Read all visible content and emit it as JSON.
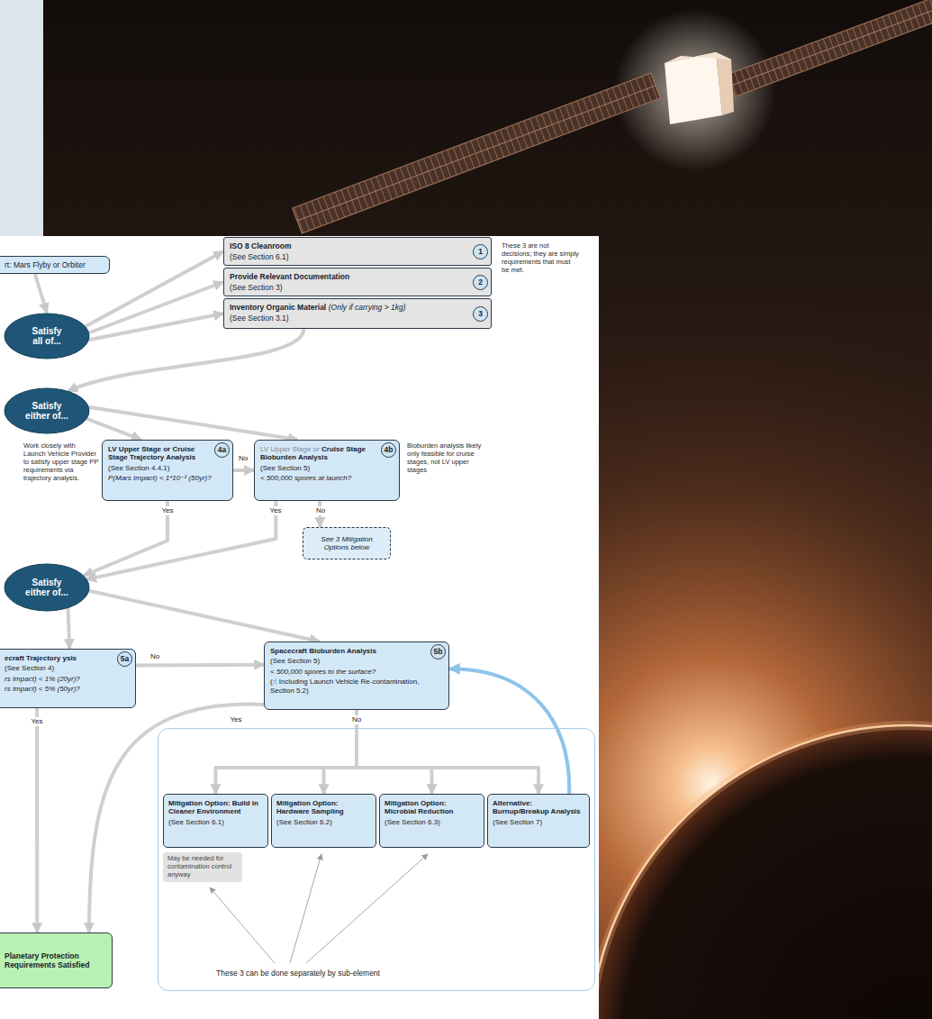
{
  "diagram": {
    "nodes": [
      {
        "text": [
          "rt: Mars Flyby or Orbiter"
        ]
      },
      {
        "text": [
          "Satisfy all of..."
        ]
      },
      {
        "text": [
          "ISO 8 Cleanroom",
          "(See Section 6.1)"
        ]
      },
      {
        "text": [
          "1"
        ],
        "in": 2
      },
      {
        "text": [
          "Provide Relevant Documentation",
          "(See Section 3)"
        ]
      },
      {
        "text": [
          "2"
        ],
        "in": 4
      },
      {
        "text": [
          "Inventory Organic Material",
          "(Only if carrying > 1kg)",
          "(See Section 3.1)"
        ]
      },
      {
        "text": [
          "3"
        ],
        "in": 6
      },
      {
        "text": [
          "Satisfy either of..."
        ]
      },
      {
        "text": [
          "LV Upper Stage or Cruise Stage Trajectory Analysis",
          "(See Section 4.4.1)",
          "P(Mars Impact) < 1*10⁻² (50yr)?"
        ]
      },
      {
        "text": [
          "4a"
        ],
        "in": 9
      },
      {
        "text": [
          "LV Upper Stage or",
          "Cruise Stage Bioburden Analysis",
          "(See Section 5)",
          "< 500,000 spores at launch?"
        ]
      },
      {
        "text": [
          "4b"
        ],
        "in": 11
      },
      {
        "text": [
          "See 3 Mitigation Options below"
        ]
      },
      {
        "text": [
          "Satisfy either of..."
        ]
      },
      {
        "text": [
          "ecraft Trajectory ysis",
          "(See Section 4)",
          "rs Impact) < 1% (20yr)?",
          "rs Impact) < 5% (50yr)?"
        ]
      },
      {
        "text": [
          "5a"
        ],
        "in": 15
      },
      {
        "text": [
          "Spacecraft Bioburden Analysis",
          "(See Section 5)",
          "< 500,000 spores to the surface?",
          "(☝ Including Launch Vehicle Re-contamination, Section 5.2)"
        ]
      },
      {
        "text": [
          "5b"
        ],
        "in": 17
      },
      {
        "text": [
          "These 3 can be done separately by sub-element"
        ]
      },
      {
        "text": [
          "Mitigation Option: Build in Cleaner Environment",
          "(See Section 6.1)"
        ],
        "in": 19
      },
      {
        "text": [
          "May be needed for contamination control anyway"
        ],
        "in": 19
      },
      {
        "text": [
          "Mitigation Option: Hardware Sampling",
          "(See Section 6.2)"
        ],
        "in": 19
      },
      {
        "text": [
          "Mitigation Option: Microbial Reduction",
          "(See Section 6.3)"
        ],
        "in": 19
      },
      {
        "text": [
          "Alternative: Burnup/Breakup Analysis",
          "(See Section 7)"
        ],
        "in": 19
      },
      {
        "text": [
          "Planetary Protection Requirements Satisfied"
        ]
      }
    ],
    "edges": [
      {
        "from": 0,
        "to": 1,
        "arrow": "to"
      },
      {
        "from": 1,
        "to": 2,
        "arrow": "to"
      },
      {
        "from": 1,
        "to": 4,
        "arrow": "to"
      },
      {
        "from": 1,
        "to": 6,
        "arrow": "to"
      },
      {
        "from": 6,
        "to": 8,
        "arrow": "to"
      },
      {
        "from": 8,
        "to": 9,
        "arrow": "to"
      },
      {
        "from": 8,
        "to": 11,
        "arrow": "to"
      },
      {
        "from": 9,
        "to": 11,
        "label": "No",
        "arrow": "to"
      },
      {
        "from": 9,
        "to": 14,
        "label": "Yes",
        "arrow": "to"
      },
      {
        "from": 11,
        "to": 14,
        "label": "Yes",
        "arrow": "to"
      },
      {
        "from": 11,
        "to": 13,
        "label": "No",
        "arrow": "to"
      },
      {
        "from": 14,
        "to": 15,
        "arrow": "to"
      },
      {
        "from": 14,
        "to": 17,
        "arrow": "to"
      },
      {
        "from": 15,
        "to": 17,
        "label": "No",
        "arrow": "to"
      },
      {
        "from": 15,
        "to": 25,
        "label": "Yes",
        "arrow": "to"
      },
      {
        "from": 17,
        "to": 25,
        "label": "Yes",
        "arrow": "to"
      },
      {
        "from": 17,
        "to": 20,
        "label": "No",
        "arrow": "to"
      },
      {
        "from": 17,
        "to": 22,
        "arrow": "to"
      },
      {
        "from": 17,
        "to": 23,
        "arrow": "to"
      },
      {
        "from": 17,
        "to": 24,
        "arrow": "to"
      },
      {
        "from": 24,
        "to": 17,
        "arrow": "to"
      }
    ],
    "labels": [
      "These 3 are not decisions; they are simply requirements that must be met.",
      "Work closely with Launch Vehicle Provider to satisfy upper stage PP requirements via trajectory analysis.",
      "Bioburden analysis likely only feasible for cruise stages, not LV upper stages"
    ]
  }
}
